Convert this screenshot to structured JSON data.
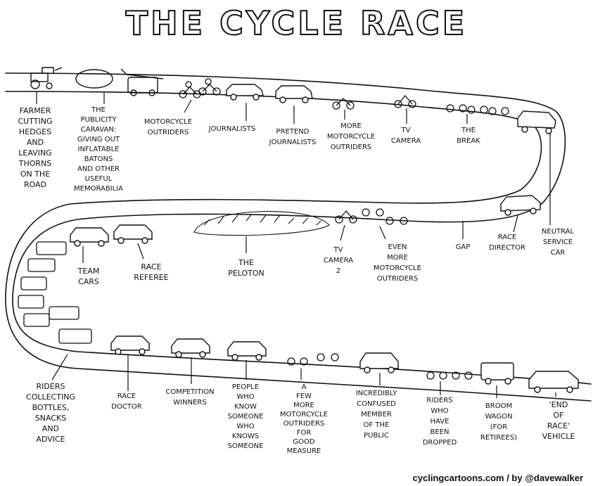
{
  "title": "THE CYCLE RACE",
  "credit": "cyclingcartoons.com / by @davewalker",
  "labels": {
    "farmer": "FARMER\nCUTTING\nHEDGES\nAND\nLEAVING\nTHORNS\nON THE\nROAD",
    "caravan": "THE\nPUBLICITY\nCARAVAN:\nGIVING OUT\nINFLATABLE\nBATONS\nAND OTHER\nUSEFUL\nMEMORABILIA",
    "outriders1": "MOTORCYCLE\nOUTRIDERS",
    "journalists": "JOURNALISTS",
    "pretend": "PRETEND\nJOURNALISTS",
    "outriders2": "MORE\nMOTORCYCLE\nOUTRIDERS",
    "tvcamera": "TV\nCAMERA",
    "break": "THE\nBREAK",
    "neutral": "NEUTRAL\nSERVICE\nCAR",
    "director": "RACE\nDIRECTOR",
    "gap": "GAP",
    "outriders3": "EVEN\nMORE\nMOTORCYCLE\nOUTRIDERS",
    "tvcamera2": "TV\nCAMERA\n2",
    "peloton": "THE\nPELOTON",
    "referee": "RACE\nREFEREE",
    "teamcars": "TEAM\nCARS",
    "riders_collect": "RIDERS\nCOLLECTING\nBOTTLES,\nSNACKS\nAND\nADVICE",
    "doctor": "RACE\nDOCTOR",
    "winners": "COMPETITION\nWINNERS",
    "people": "PEOPLE\nWHO\nKNOW\nSOMEONE\nWHO\nKNOWS\nSOMEONE",
    "outriders4": "A\nFEW\nMORE\nMOTORCYCLE\nOUTRIDERS\nFOR\nGOOD\nMEASURE",
    "confused": "INCREDIBLY\nCONFUSED\nMEMBER\nOF THE\nPUBLIC",
    "dropped": "RIDERS\nWHO\nHAVE\nBEEN\nDROPPED",
    "broom": "BROOM\nWAGON\n(FOR\nRETIREES)",
    "end": "'END\nOF\nRACE'\nVEHICLE"
  }
}
